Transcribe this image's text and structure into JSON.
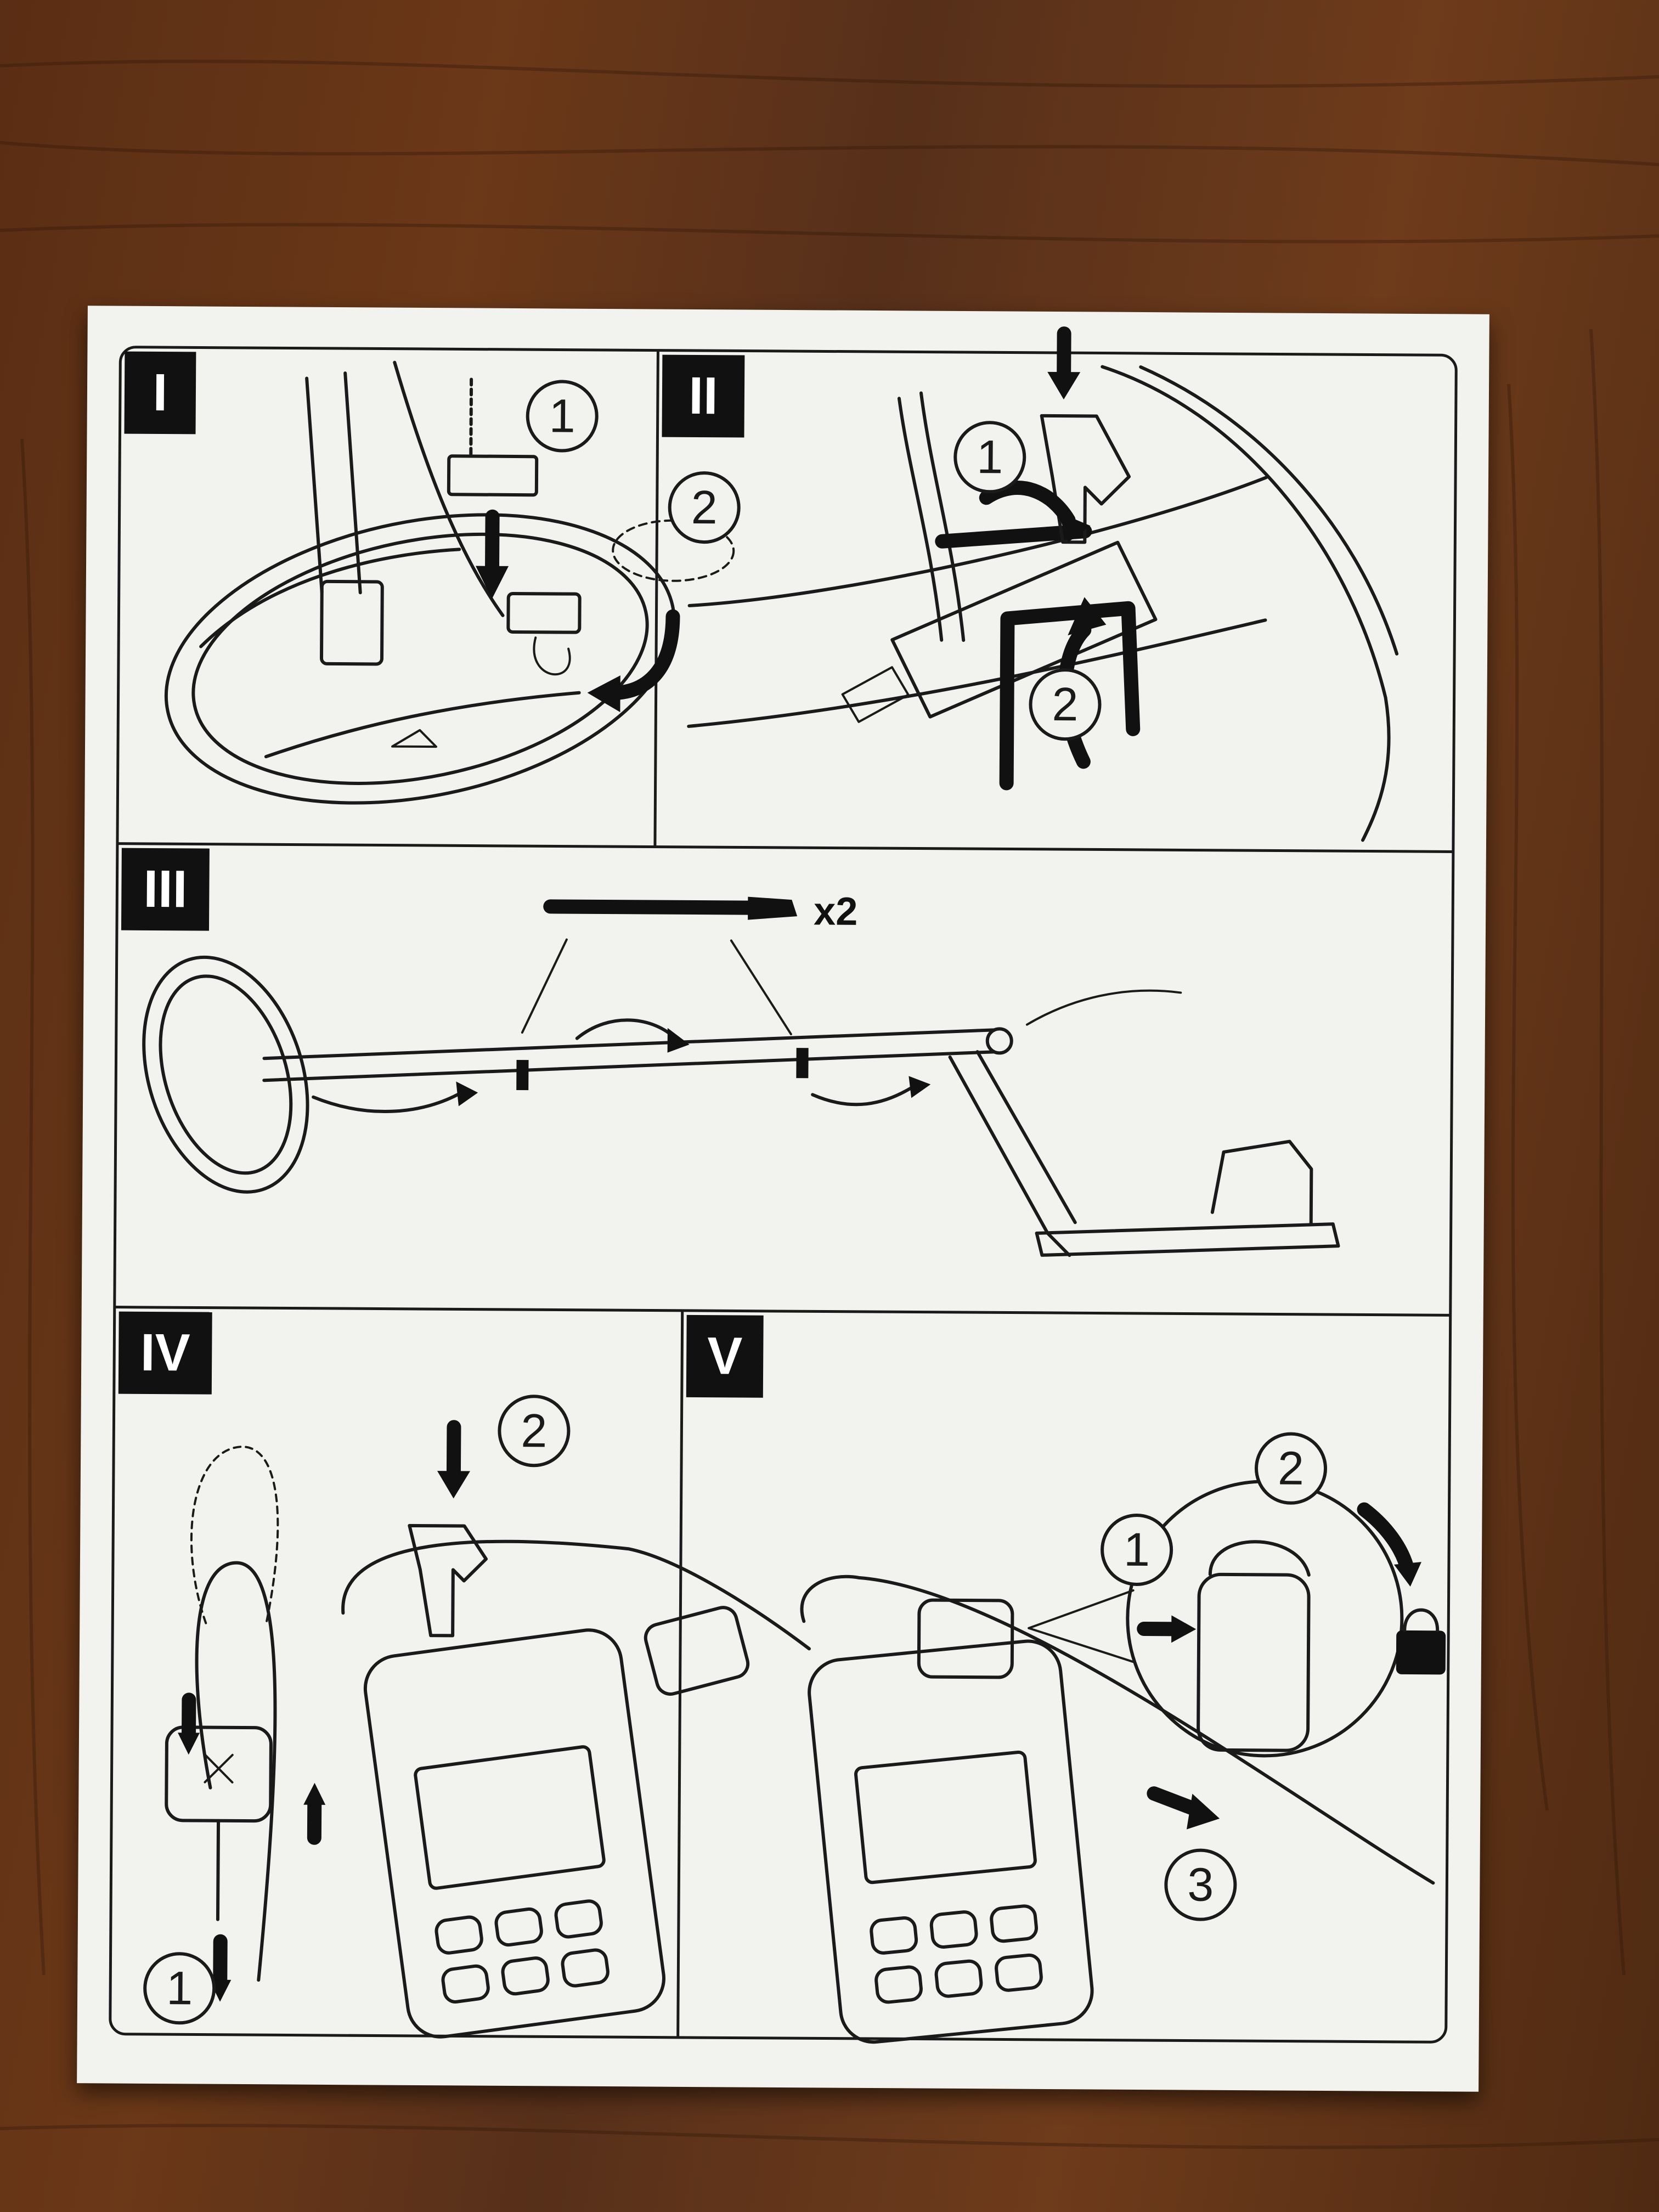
{
  "panels": [
    {
      "id": "I",
      "label": "I",
      "steps": [
        "1",
        "2"
      ]
    },
    {
      "id": "II",
      "label": "II",
      "steps": [
        "1",
        "2"
      ]
    },
    {
      "id": "III",
      "label": "III",
      "multiplier": "x2"
    },
    {
      "id": "IV",
      "label": "IV",
      "steps": [
        "1",
        "2"
      ]
    },
    {
      "id": "V",
      "label": "V",
      "steps": [
        "1",
        "2",
        "3"
      ]
    }
  ],
  "icons": [
    "hand-press-icon",
    "padlock-icon",
    "arrow-icon",
    "strap-icon"
  ],
  "colors": {
    "paper": "#f2f2ef",
    "ink": "#111111",
    "wood": "#5a2e14"
  }
}
